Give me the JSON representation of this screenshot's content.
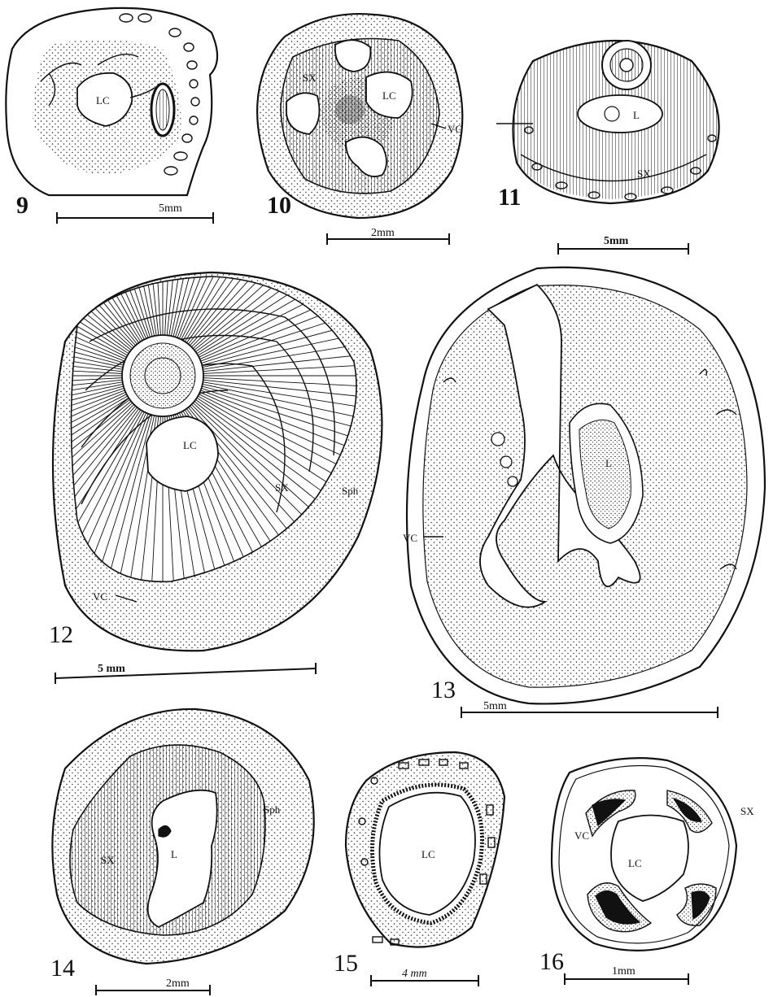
{
  "figures": [
    {
      "number": "9",
      "labels": [
        "LC"
      ],
      "scale": "5mm"
    },
    {
      "number": "10",
      "labels": [
        "SX",
        "LC",
        "VC"
      ],
      "scale": "2mm"
    },
    {
      "number": "11",
      "labels": [
        "L",
        "SX"
      ],
      "scale": "5mm"
    },
    {
      "number": "12",
      "labels": [
        "LC",
        "SX",
        "Sph",
        "VC"
      ],
      "scale": "5 mm"
    },
    {
      "number": "13",
      "labels": [
        "VC",
        "L"
      ],
      "scale": "5mm"
    },
    {
      "number": "14",
      "labels": [
        "SX",
        "L",
        "Sph"
      ],
      "scale": "2mm"
    },
    {
      "number": "15",
      "labels": [
        "LC"
      ],
      "scale": "4 mm"
    },
    {
      "number": "16",
      "labels": [
        "VC",
        "LC",
        "SX"
      ],
      "scale": "1mm"
    }
  ],
  "colors": {
    "ink": "#111111",
    "paper": "#ffffff"
  }
}
